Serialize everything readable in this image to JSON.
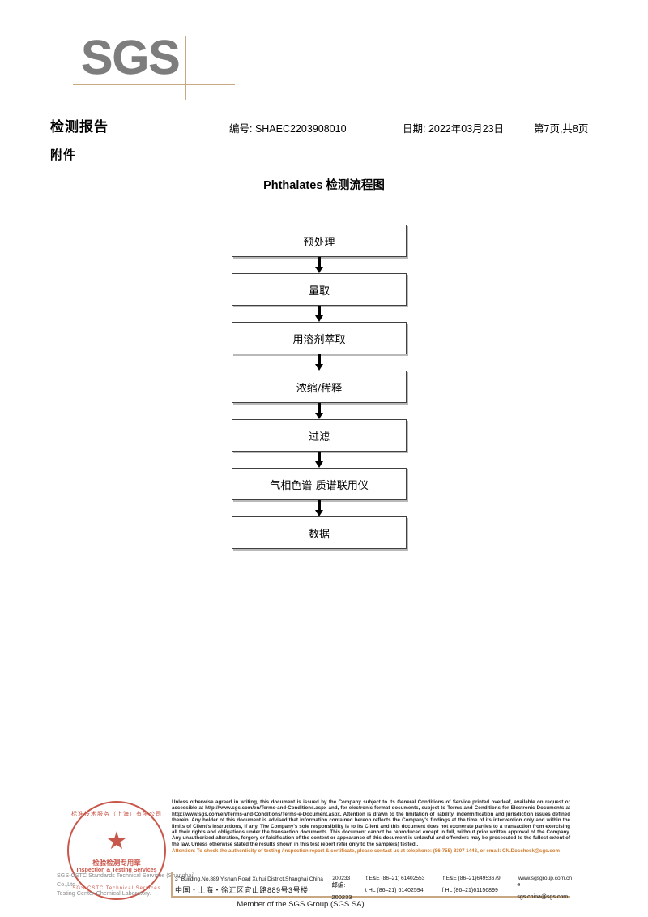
{
  "brand": {
    "logo_text": "SGS",
    "member_line": "Member of the SGS Group (SGS SA)"
  },
  "header": {
    "report_title": "检测报告",
    "report_no": "编号: SHAEC2203908010",
    "report_date": "日期: 2022年03月23日",
    "page_info": "第7页,共8页",
    "attachment_label": "附件"
  },
  "flow": {
    "title": "Phthalates 检测流程图",
    "steps": [
      {
        "label": "预处理"
      },
      {
        "label": "量取"
      },
      {
        "label": "用溶剂萃取"
      },
      {
        "label": "浓缩/稀释"
      },
      {
        "label": "过滤"
      },
      {
        "label": "气相色谱-质谱联用仪"
      },
      {
        "label": "数据"
      }
    ]
  },
  "stamp": {
    "ring_top": "标准技术服务（上海）有限公司",
    "ring_bottom": "SGS-CSTC Technical Services",
    "star": "★",
    "cn_label": "检验检测专用章",
    "en_label": "Inspection & Testing Services",
    "sub_line1": "SGS-CSTC Standards Technical Services (Shanghai) Co.,Ltd.",
    "sub_line2": "Testing Center-Chemical Laboratory."
  },
  "footer": {
    "disclaimer": "Unless otherwise agreed in writing, this document is issued by the Company subject to its General Conditions of Service printed overleaf, available on request or accessible at http://www.sgs.com/en/Terms-and-Conditions.aspx and, for electronic format documents, subject to Terms and Conditions for Electronic Documents at http://www.sgs.com/en/Terms-and-Conditions/Terms-e-Document.aspx. Attention is drawn to the limitation of liability, indemnification and jurisdiction issues defined therein. Any holder of this document is advised that information contained hereon reflects the Company's findings at the time of its intervention only and within the limits of Client's instructions, if any. The Company's sole responsibility is to its Client and this document does not exonerate parties to a transaction from exercising all their rights and obligations under the transaction documents. This document cannot be reproduced except in full, without prior written approval of the Company. Any unauthorized alteration, forgery or falsification of the content or appearance of this document is unlawful and offenders may be prosecuted to the fullest extent of the law. Unless otherwise stated the results shown in this test report refer only to the sample(s) tested .",
    "attention": "Attention: To check the authenticity of testing /inspection report & certificate, please contact us at telephone: (86-755) 8307 1443, or email: CN.Doccheck@sgs.com",
    "address_en": "Building,No.889 Yishan Road Xuhui District,Shanghai China",
    "address_en_prefix": "3",
    "address_en_sup": "rd",
    "zip_en": "200233",
    "tel_en": "t E&E (86–21) 61402553",
    "fax_en": "f E&E (86–21)64953679",
    "web": "www.sgsgroup.com.cn",
    "address_cn": "中国・上海・徐汇区宜山路889号3号楼",
    "zip_cn": "邮编: 200233",
    "tel_cn": "t HL (86–21) 61402594",
    "fax_cn": "f HL (86–21)61156899",
    "email": "e  sgs.china@sgs.com"
  },
  "colors": {
    "accent_tan": "#c8a882",
    "logo_gray": "#7d7d7d",
    "stamp_red": "#c0392b",
    "attention_orange": "#d07a2c"
  }
}
